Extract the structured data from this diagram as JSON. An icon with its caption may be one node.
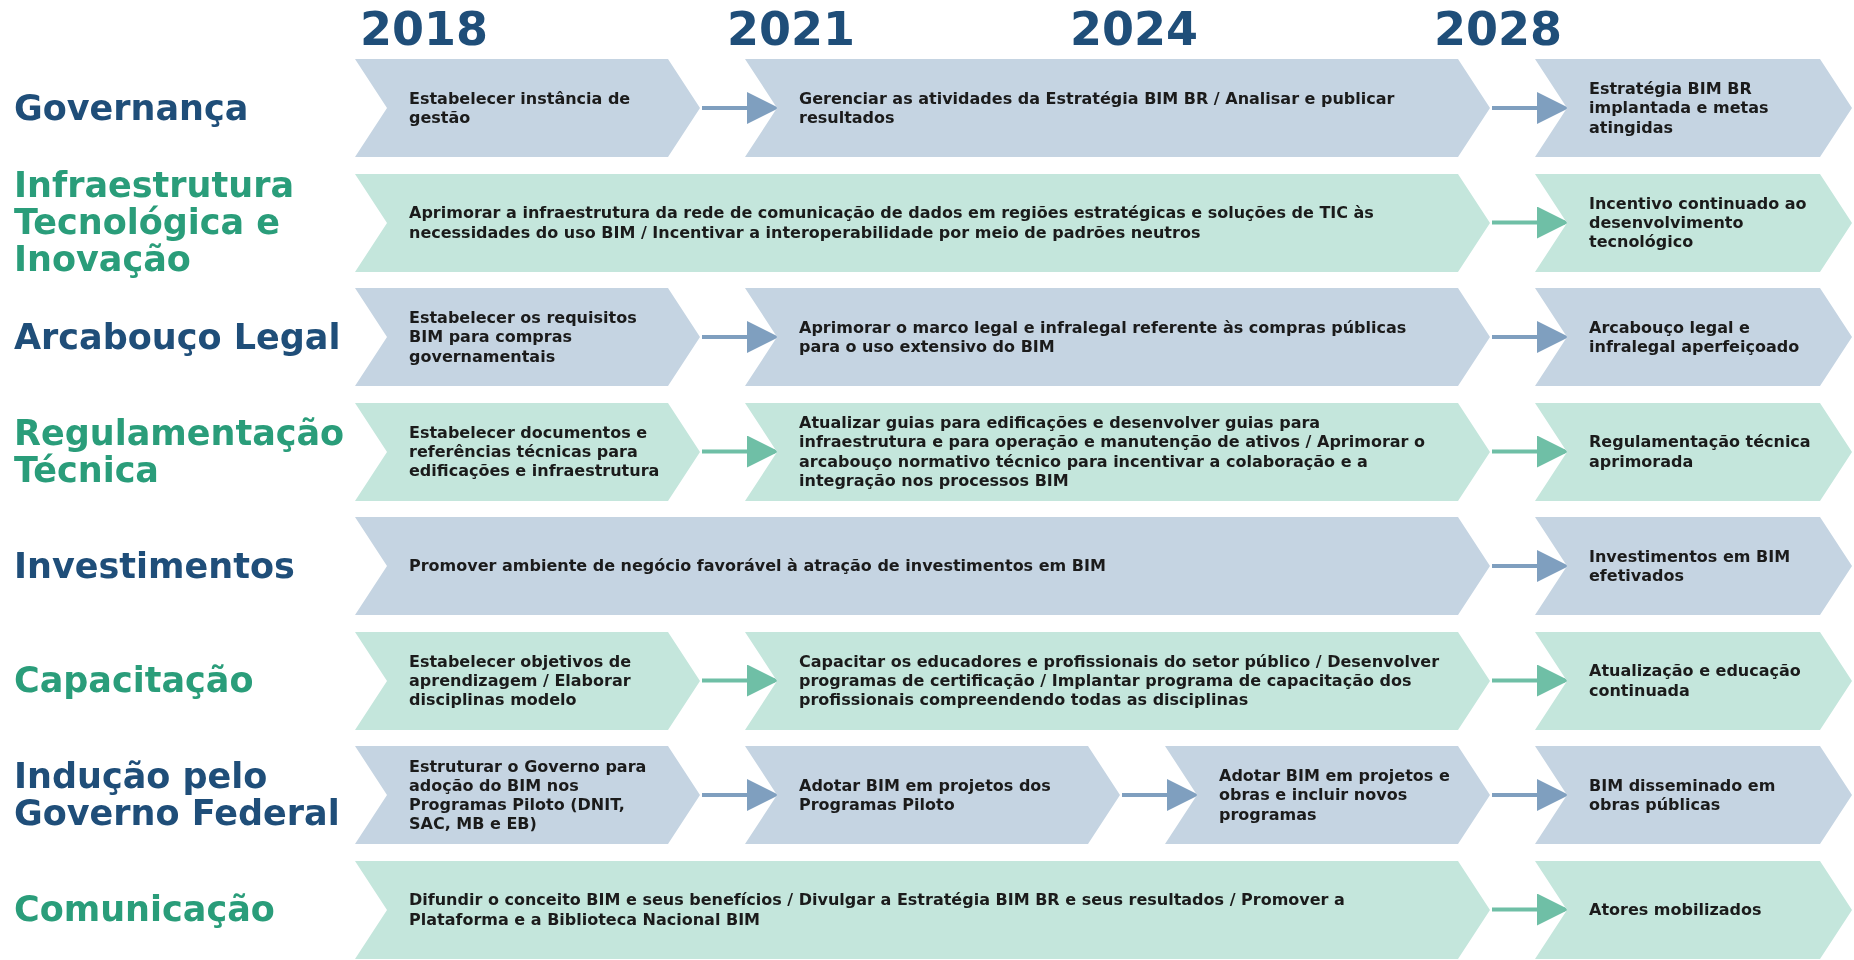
{
  "diagram": {
    "nodes": [
      {
        "text": [
          "Estabelecer instância de gestão"
        ]
      },
      {
        "text": [
          "Gerenciar as atividades da Estratégia BIM BR / Analisar e publicar resultados"
        ]
      },
      {
        "text": [
          "Estratégia BIM BR implantada e metas atingidas"
        ]
      },
      {
        "text": [
          "Aprimorar a infraestrutura da rede de comunicação de dados em regiões estratégicas e soluções de TIC às necessidades do uso BIM / Incentivar a interoperabilidade por meio de padrões neutros"
        ]
      },
      {
        "text": [
          "Incentivo continuado ao desenvolvimento tecnológico"
        ]
      },
      {
        "text": [
          "Estabelecer os requisitos BIM para compras governamentais"
        ]
      },
      {
        "text": [
          "Aprimorar o marco legal e infralegal referente às compras públicas para o uso extensivo do BIM"
        ]
      },
      {
        "text": [
          "Arcabouço legal e infralegal aperfeiçoado"
        ]
      },
      {
        "text": [
          "Estabelecer documentos e referências técnicas para edificações e infraestrutura"
        ]
      },
      {
        "text": [
          "Atualizar guias para edificações e desenvolver guias para infraestrutura e para operação e manutenção de ativos / Aprimorar o arcabouço normativo técnico para incentivar a colaboração e a integração nos processos BIM"
        ]
      },
      {
        "text": [
          "Regulamentação técnica aprimorada"
        ]
      },
      {
        "text": [
          "Promover ambiente de negócio favorável à atração de investimentos em BIM"
        ]
      },
      {
        "text": [
          "Investimentos em BIM efetivados"
        ]
      },
      {
        "text": [
          "Estabelecer objetivos de aprendizagem / Elaborar disciplinas modelo"
        ]
      },
      {
        "text": [
          "Capacitar os educadores e profissionais do setor público / Desenvolver programas de certificação / Implantar programa de capacitação dos profissionais compreendendo todas as disciplinas"
        ]
      },
      {
        "text": [
          "Atualização e educação continuada"
        ]
      },
      {
        "text": [
          "Estruturar o Governo para adoção do BIM nos Programas Piloto (DNIT, SAC, MB e EB)"
        ]
      },
      {
        "text": [
          "Adotar BIM em projetos dos Programas Piloto"
        ]
      },
      {
        "text": [
          "Adotar BIM em projetos e obras e incluir novos programas"
        ]
      },
      {
        "text": [
          "BIM disseminado em obras públicas"
        ]
      },
      {
        "text": [
          "Difundir o conceito BIM e seus benefícios / Divulgar a Estratégia BIM BR e seus resultados / Promover a Plataforma e a Biblioteca Nacional BIM"
        ]
      },
      {
        "text": [
          "Atores mobilizados"
        ]
      }
    ],
    "edges": [
      {
        "from": 0,
        "to": 1,
        "arrow": "to"
      },
      {
        "from": 1,
        "to": 2,
        "arrow": "to"
      },
      {
        "from": 3,
        "to": 4,
        "arrow": "to"
      },
      {
        "from": 5,
        "to": 6,
        "arrow": "to"
      },
      {
        "from": 6,
        "to": 7,
        "arrow": "to"
      },
      {
        "from": 8,
        "to": 9,
        "arrow": "to"
      },
      {
        "from": 9,
        "to": 10,
        "arrow": "to"
      },
      {
        "from": 11,
        "to": 12,
        "arrow": "to"
      },
      {
        "from": 13,
        "to": 14,
        "arrow": "to"
      },
      {
        "from": 14,
        "to": 15,
        "arrow": "to"
      },
      {
        "from": 16,
        "to": 17,
        "arrow": "to"
      },
      {
        "from": 17,
        "to": 18,
        "arrow": "to"
      },
      {
        "from": 18,
        "to": 19,
        "arrow": "to"
      },
      {
        "from": 20,
        "to": 21,
        "arrow": "to"
      }
    ],
    "labels": [
      "2018",
      "2021",
      "2024",
      "2028",
      "Governança",
      "Infraestrutura Tecnológica e Inovação",
      "Arcabouço Legal",
      "Regulamentação Técnica",
      "Investimentos",
      "Capacitação",
      "Indução pelo Governo Federal",
      "Comunicação"
    ]
  }
}
